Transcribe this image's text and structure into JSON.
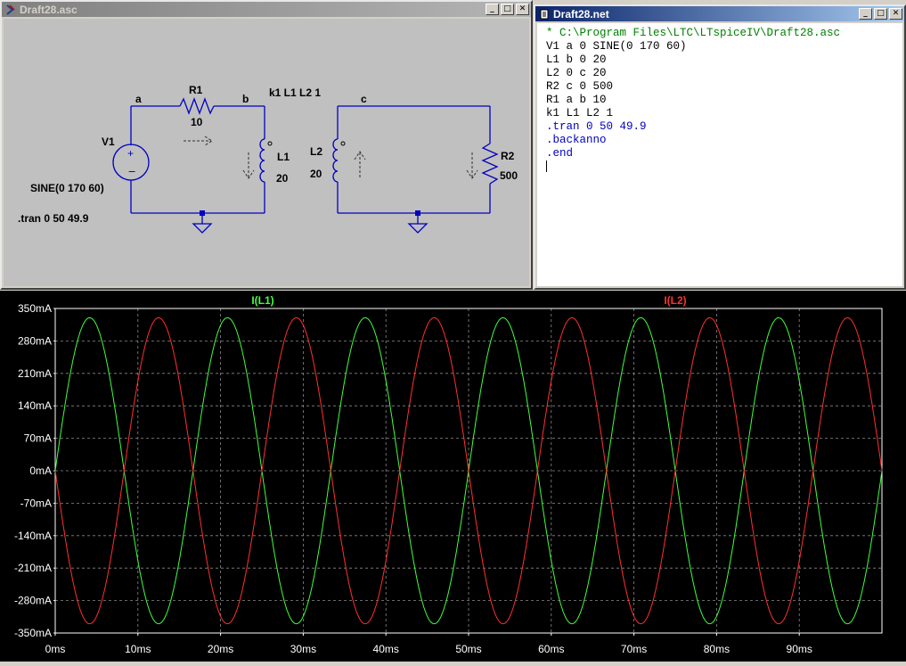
{
  "schematic_window": {
    "title": "Draft28.asc",
    "labels": {
      "node_a": "a",
      "node_b": "b",
      "node_c": "c",
      "r1_name": "R1",
      "r1_value": "10",
      "v1_name": "V1",
      "v1_value": "SINE(0 170 60)",
      "l1_name": "L1",
      "l1_value": "20",
      "l2_name": "L2",
      "l2_value": "20",
      "r2_name": "R2",
      "r2_value": "500",
      "coupling": "k1 L1 L2 1",
      "tran": ".tran 0 50 49.9"
    }
  },
  "netlist_window": {
    "title": "Draft28.net",
    "lines": [
      {
        "text": "* C:\\Program Files\\LTC\\LTspiceIV\\Draft28.asc",
        "color": "#008000"
      },
      {
        "text": "V1 a 0 SINE(0 170 60)",
        "color": "#000000"
      },
      {
        "text": "L1 b 0 20",
        "color": "#000000"
      },
      {
        "text": "L2 0 c 20",
        "color": "#000000"
      },
      {
        "text": "R2 c 0 500",
        "color": "#000000"
      },
      {
        "text": "R1 a b 10",
        "color": "#000000"
      },
      {
        "text": "k1 L1 L2 1",
        "color": "#000000"
      },
      {
        "text": ".tran 0 50 49.9",
        "color": "#0000c0"
      },
      {
        "text": ".backanno",
        "color": "#0000c0"
      },
      {
        "text": ".end",
        "color": "#0000c0"
      }
    ]
  },
  "window_buttons": {
    "minimize": "_",
    "maximize": "□",
    "close": "✕"
  },
  "chart_data": {
    "type": "line",
    "series": [
      {
        "name": "I(L1)",
        "color": "#40ff40",
        "amplitude_mA": 330,
        "period_ms": 16.667,
        "phase": "+sine"
      },
      {
        "name": "I(L2)",
        "color": "#ff3030",
        "amplitude_mA": 330,
        "period_ms": 16.667,
        "phase": "-sine"
      }
    ],
    "xlim": [
      0,
      100
    ],
    "ylim": [
      -350,
      350
    ],
    "x_ticks": [
      "0ms",
      "10ms",
      "20ms",
      "30ms",
      "40ms",
      "50ms",
      "60ms",
      "70ms",
      "80ms",
      "90ms"
    ],
    "x_tick_values": [
      0,
      10,
      20,
      30,
      40,
      50,
      60,
      70,
      80,
      90
    ],
    "y_ticks": [
      "350mA",
      "280mA",
      "210mA",
      "140mA",
      "70mA",
      "0mA",
      "-70mA",
      "-140mA",
      "-210mA",
      "-280mA",
      "-350mA"
    ],
    "y_tick_values": [
      350,
      280,
      210,
      140,
      70,
      0,
      -70,
      -140,
      -210,
      -280,
      -350
    ],
    "grid": true,
    "background": "#000000"
  }
}
